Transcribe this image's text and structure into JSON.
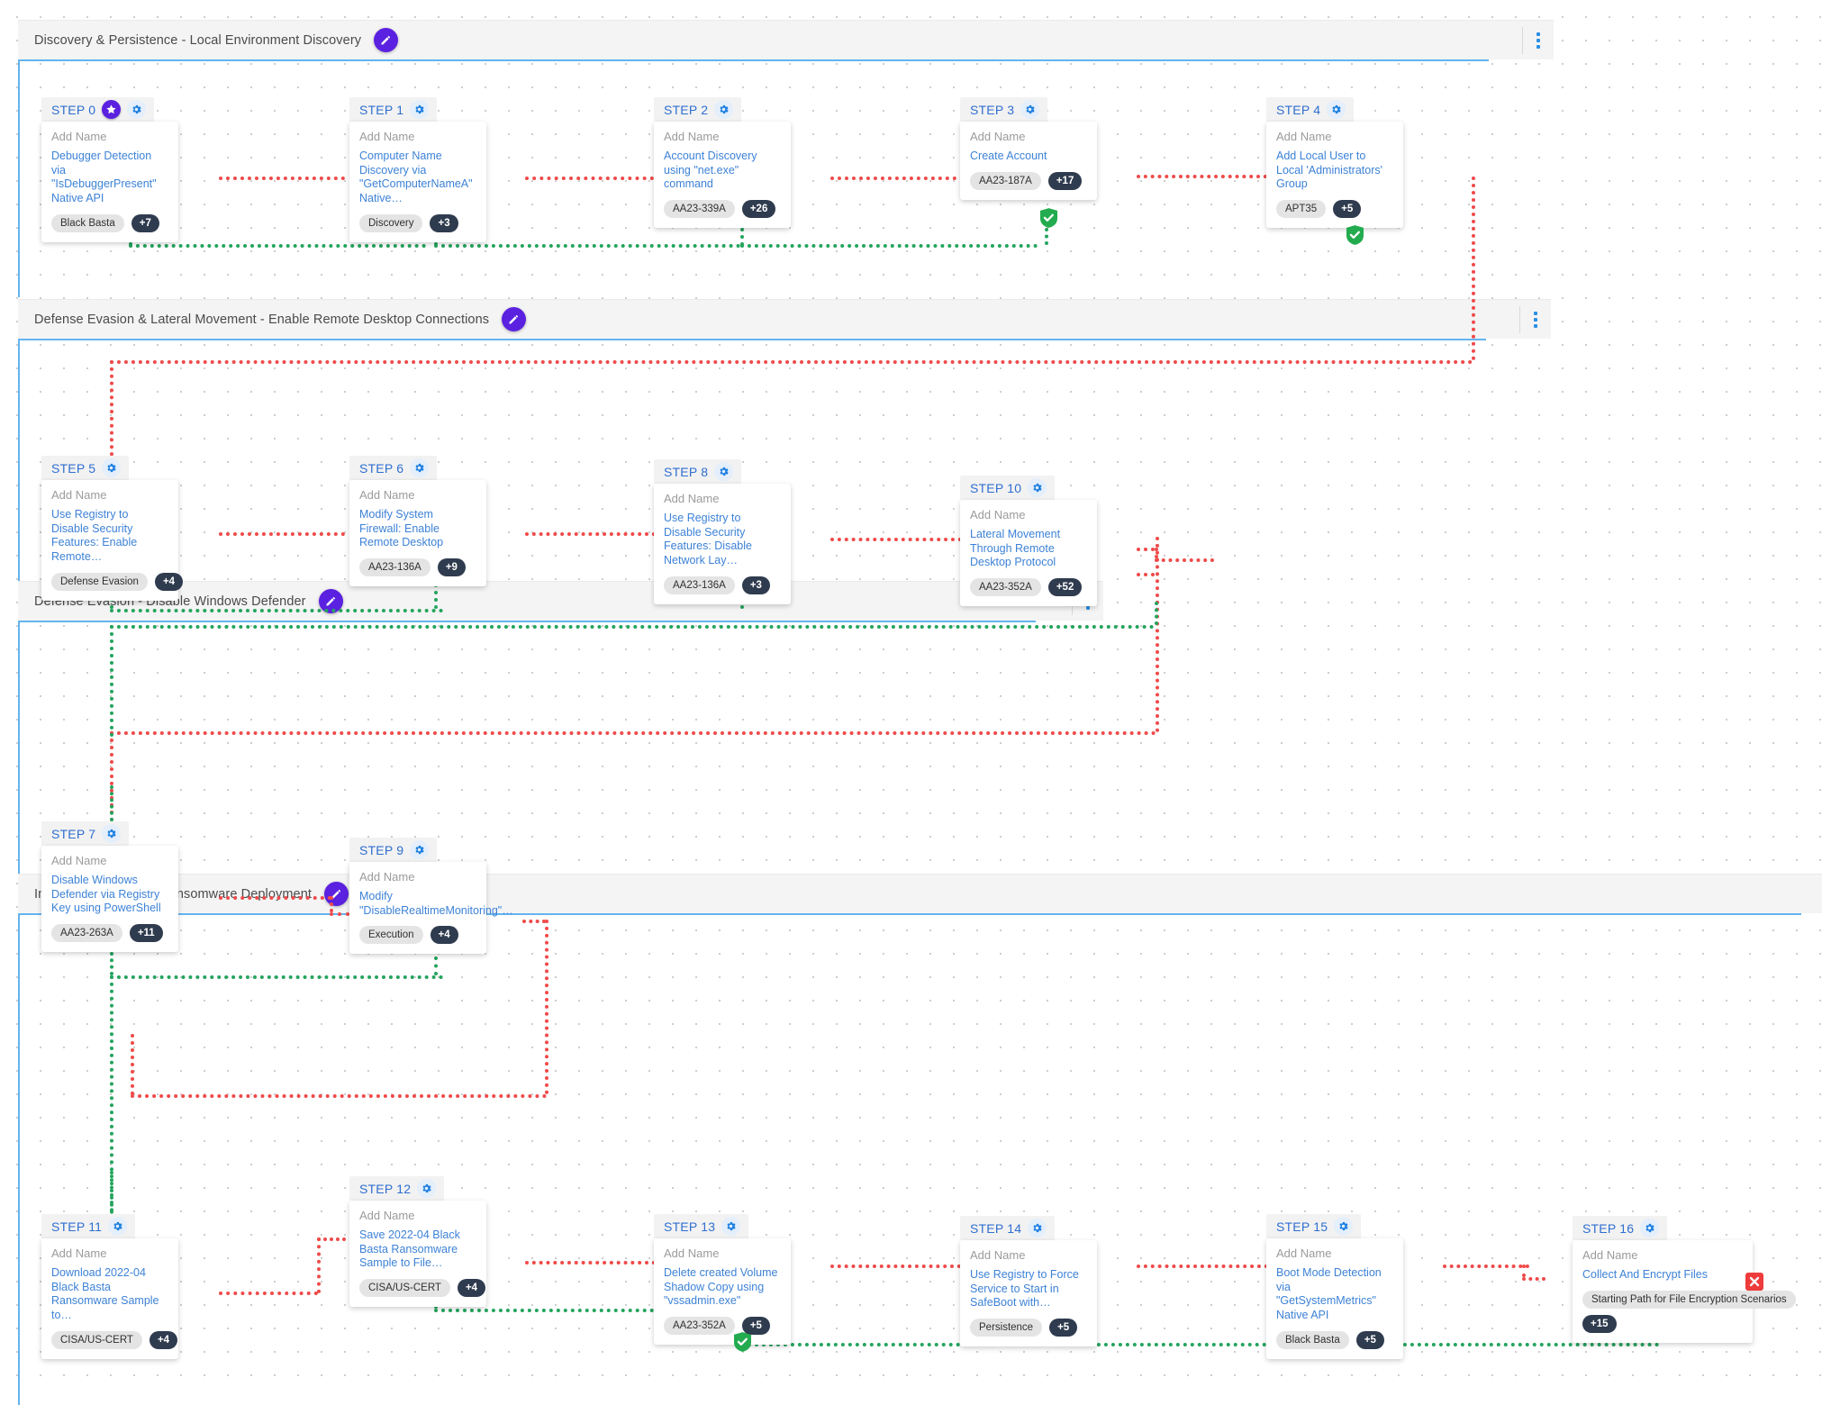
{
  "app": {
    "placeholder_name": "Add Name",
    "accent_purple": "#5b21e0",
    "accent_blue": "#2f6fd0",
    "chip_bg": "#e4e4e4",
    "count_bg": "#2f3b4e",
    "flow_red": "#ef4a4a",
    "flow_green": "#24a45d",
    "lane_border": "#64b4f0"
  },
  "lanes": [
    {
      "title": "Discovery & Persistence - Local Environment Discovery",
      "edit_icon": "pencil-icon",
      "menu_icon": "kebab-menu-icon"
    },
    {
      "title": "Defense Evasion & Lateral Movement - Enable Remote Desktop Connections",
      "edit_icon": "pencil-icon",
      "menu_icon": "kebab-menu-icon"
    },
    {
      "title": "Defense Evasion - Disable Windows Defender",
      "edit_icon": "pencil-icon",
      "menu_icon": "kebab-menu-icon"
    },
    {
      "title": "Impact - Black Basta Ransomware Deployment",
      "edit_icon": "pencil-icon",
      "menu_icon": "kebab-menu-icon"
    }
  ],
  "steps": [
    {
      "step": "STEP 0",
      "name_placeholder": "Add Name",
      "technique": "Debugger Detection via \"IsDebuggerPresent\" Native API",
      "chip": "Black Basta",
      "count": "+7",
      "starred": true,
      "star_icon": "star-icon",
      "gear_icon": "gear-icon",
      "status": "none"
    },
    {
      "step": "STEP 1",
      "name_placeholder": "Add Name",
      "technique": "Computer Name Discovery via \"GetComputerNameA\" Native…",
      "chip": "Discovery",
      "count": "+3",
      "starred": false,
      "gear_icon": "gear-icon",
      "status": "none"
    },
    {
      "step": "STEP 2",
      "name_placeholder": "Add Name",
      "technique": "Account Discovery using \"net.exe\" command",
      "chip": "AA23-339A",
      "count": "+26",
      "starred": false,
      "gear_icon": "gear-icon",
      "status": "none"
    },
    {
      "step": "STEP 3",
      "name_placeholder": "Add Name",
      "technique": "Create Account",
      "chip": "AA23-187A",
      "count": "+17",
      "starred": false,
      "gear_icon": "gear-icon",
      "status": "success",
      "status_icon": "check-shield-icon"
    },
    {
      "step": "STEP 4",
      "name_placeholder": "Add Name",
      "technique": "Add Local User to Local 'Administrators' Group",
      "chip": "APT35",
      "count": "+5",
      "starred": false,
      "gear_icon": "gear-icon",
      "status": "success",
      "status_icon": "check-shield-icon"
    },
    {
      "step": "STEP 5",
      "name_placeholder": "Add Name",
      "technique": "Use Registry to Disable Security Features: Enable Remote…",
      "chip": "Defense Evasion",
      "count": "+4",
      "starred": false,
      "gear_icon": "gear-icon",
      "status": "none"
    },
    {
      "step": "STEP 6",
      "name_placeholder": "Add Name",
      "technique": "Modify System Firewall: Enable Remote Desktop",
      "chip": "AA23-136A",
      "count": "+9",
      "starred": false,
      "gear_icon": "gear-icon",
      "status": "none"
    },
    {
      "step": "STEP 8",
      "name_placeholder": "Add Name",
      "technique": "Use Registry to Disable Security Features: Disable Network Lay…",
      "chip": "AA23-136A",
      "count": "+3",
      "starred": false,
      "gear_icon": "gear-icon",
      "status": "none"
    },
    {
      "step": "STEP 10",
      "name_placeholder": "Add Name",
      "technique": "Lateral Movement Through Remote Desktop Protocol",
      "chip": "AA23-352A",
      "count": "+52",
      "starred": false,
      "gear_icon": "gear-icon",
      "status": "none"
    },
    {
      "step": "STEP 7",
      "name_placeholder": "Add Name",
      "technique": "Disable Windows Defender via Registry Key using PowerShell",
      "chip": "AA23-263A",
      "count": "+11",
      "starred": false,
      "gear_icon": "gear-icon",
      "status": "none"
    },
    {
      "step": "STEP 9",
      "name_placeholder": "Add Name",
      "technique": "Modify \"DisableRealtimeMonitoring\"…",
      "chip": "Execution",
      "count": "+4",
      "starred": false,
      "gear_icon": "gear-icon",
      "status": "none"
    },
    {
      "step": "STEP 11",
      "name_placeholder": "Add Name",
      "technique": "Download 2022-04 Black Basta Ransomware Sample to…",
      "chip": "CISA/US-CERT",
      "count": "+4",
      "starred": false,
      "gear_icon": "gear-icon",
      "status": "none"
    },
    {
      "step": "STEP 12",
      "name_placeholder": "Add Name",
      "technique": "Save 2022-04 Black Basta Ransomware Sample to File…",
      "chip": "CISA/US-CERT",
      "count": "+4",
      "starred": false,
      "gear_icon": "gear-icon",
      "status": "none"
    },
    {
      "step": "STEP 13",
      "name_placeholder": "Add Name",
      "technique": "Delete created Volume Shadow Copy using \"vssadmin.exe\"",
      "chip": "AA23-352A",
      "count": "+5",
      "starred": false,
      "gear_icon": "gear-icon",
      "status": "success",
      "status_icon": "check-shield-icon"
    },
    {
      "step": "STEP 14",
      "name_placeholder": "Add Name",
      "technique": "Use Registry to Force Service to Start in SafeBoot with…",
      "chip": "Persistence",
      "count": "+5",
      "starred": false,
      "gear_icon": "gear-icon",
      "status": "none"
    },
    {
      "step": "STEP 15",
      "name_placeholder": "Add Name",
      "technique": "Boot Mode Detection via \"GetSystemMetrics\" Native API",
      "chip": "Black Basta",
      "count": "+5",
      "starred": false,
      "gear_icon": "gear-icon",
      "status": "none"
    },
    {
      "step": "STEP 16",
      "name_placeholder": "Add Name",
      "technique": "Collect And Encrypt Files",
      "chip": "Starting Path for File Encryption Scenarios",
      "count": "+15",
      "starred": false,
      "gear_icon": "gear-icon",
      "status": "error",
      "status_icon": "error-x-icon"
    }
  ]
}
